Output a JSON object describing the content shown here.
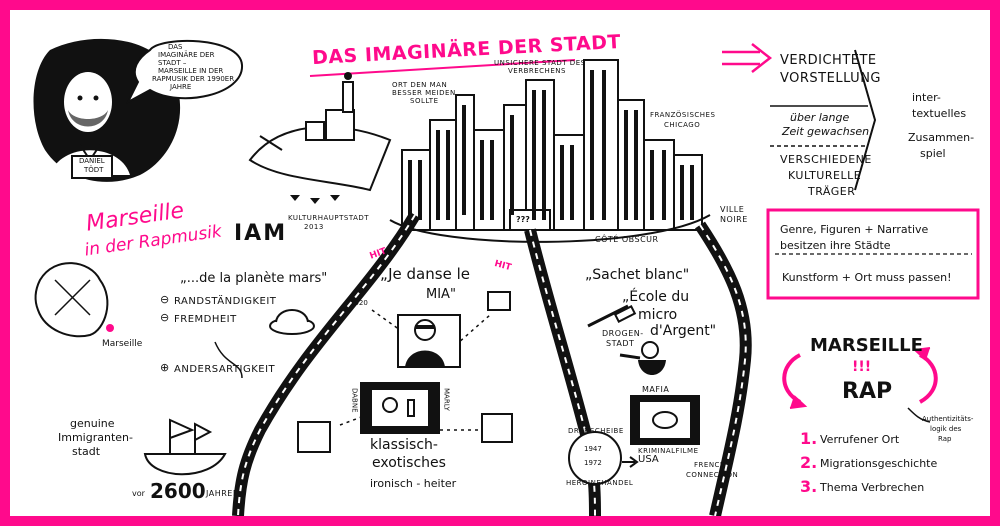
{
  "title": "DAS IMAGINÄRE DER STADT",
  "speaker": {
    "bubble": [
      "DAS",
      "IMAGINÄRE DER",
      "STADT –",
      "MARSEILLE IN DER",
      "RAPMUSIK DER 1990ER",
      "JAHRE"
    ],
    "badge": [
      "DANIEL",
      "TÖDT"
    ]
  },
  "left": {
    "subtitle_1": "Marseille",
    "subtitle_2": "in der Rapmusik",
    "band": "IAM",
    "map_label": "Marseille",
    "song": "„...de la planète mars\"",
    "points": [
      "RANDSTÄNDIGKEIT",
      "FREMDHEIT",
      "ANDERSARTIGKEIT"
    ],
    "markers": [
      "⊖",
      "⊖",
      "⊕"
    ],
    "genuine": [
      "genuine",
      "Immigranten-",
      "stadt"
    ],
    "years_prefix": "vor",
    "years_number": "2600",
    "years_suffix": "JAHREN"
  },
  "city": {
    "label_ort": [
      "ORT DEN MAN",
      "BESSER MEIDEN",
      "SOLLTE"
    ],
    "label_unsicher": [
      "UNSICHERE STADT DES",
      "VERBRECHENS"
    ],
    "label_chicago": [
      "FRANZÖSISCHES",
      "CHICAGO"
    ],
    "label_kultur": [
      "KULTURHAUPTSTADT",
      "2013"
    ],
    "label_ville": [
      "VILLE",
      "NOIRE"
    ],
    "label_cote": "CÔTÉ OBSCUR",
    "sign": "???"
  },
  "middle": {
    "hit_1": "HIT",
    "hit_2": "HIT",
    "song": "„Je danse le",
    "song_2": "MIA\"",
    "year": "1920",
    "film_left": "DABNE",
    "film_right": "MARLY",
    "exotic_1": "klassisch-",
    "exotic_2": "exotisches",
    "exotic_3": "ironisch - heiter"
  },
  "right_song": {
    "song_1": "„Sachet blanc\"",
    "song_2": "„École du",
    "song_3": "micro",
    "song_4": "d'Argent\"",
    "drug": [
      "DROGEN-",
      "STADT"
    ],
    "mafia": "MAFIA",
    "krimi": "KRIMINALFILME",
    "french": [
      "FRENCH",
      "CONNECTION"
    ],
    "hub_top": "DREHSCHEIBE",
    "hub_year1": "1947",
    "hub_year2": "1972",
    "hub_bottom": "HEROINEHANDEL",
    "usa": "USA"
  },
  "summary": {
    "verdichtete_1": "VERDICHTETE",
    "verdichtete_2": "VORSTELLUNG",
    "ueber_1": "über lange",
    "ueber_2": "Zeit gewachsen",
    "kultur_1": "VERSCHIEDENE",
    "kultur_2": "KULTURELLE",
    "kultur_3": "TRÄGER",
    "inter": [
      "inter-",
      "textuelles",
      "Zusammen-",
      "spiel"
    ]
  },
  "box": {
    "line_1": "Genre, Figuren + Narrative",
    "line_2": "besitzen ihre Städte",
    "line_3": "Kunstform + Ort muss passen!"
  },
  "cycle": {
    "top": "MARSEILLE",
    "mid": "!!!",
    "bottom": "RAP",
    "side": [
      "Authentizitäts-",
      "logik des",
      "Rap"
    ]
  },
  "list": {
    "numbers": [
      "1.",
      "2.",
      "3."
    ],
    "items": [
      "Verrufener Ort",
      "Migrationsgeschichte",
      "Thema Verbrechen"
    ]
  },
  "colors": {
    "accent": "#ff0a8c",
    "ink": "#111111"
  }
}
